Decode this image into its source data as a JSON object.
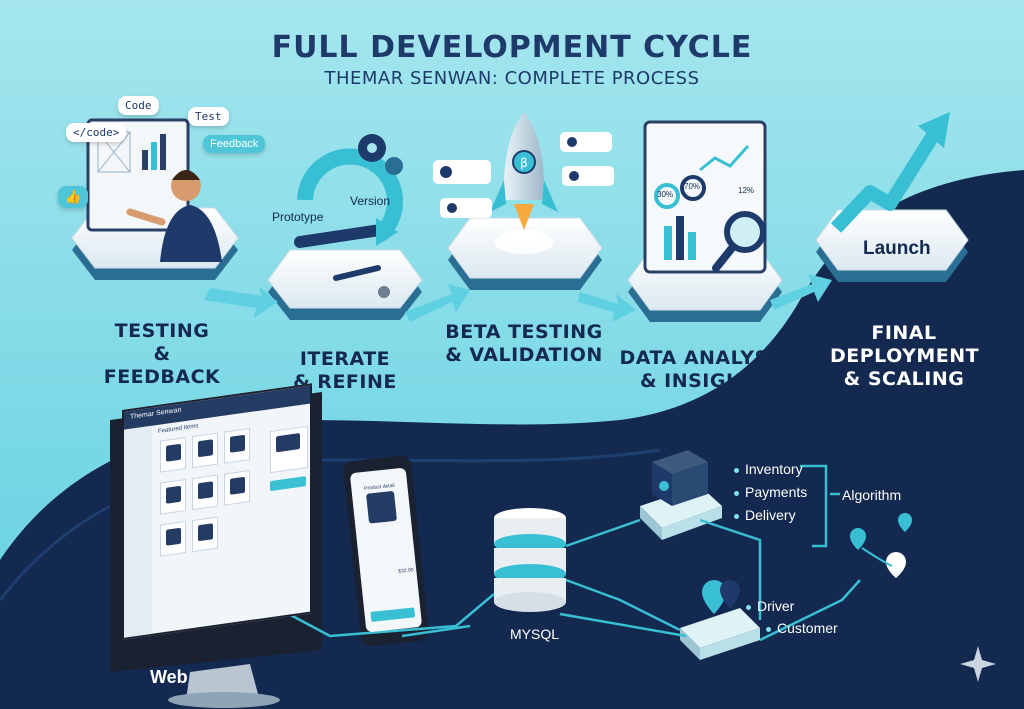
{
  "header": {
    "title": "FULL DEVELOPMENT CYCLE",
    "subtitle": "THEMAR SENWAN: COMPLETE PROCESS"
  },
  "colors": {
    "background_light": "#8fdde8",
    "navy": "#13294f",
    "accent_teal": "#38bfd3",
    "white": "#ffffff"
  },
  "steps": [
    {
      "line1": "TESTING",
      "line2": "& FEEDBACK",
      "icon": "developer-at-screen"
    },
    {
      "line1": "ITERATE",
      "line2": "& REFINE",
      "icon": "cycle-arrows-gears"
    },
    {
      "line1": "BETA TESTING",
      "line2": "& VALIDATION",
      "icon": "rocket"
    },
    {
      "line1": "DATA ANALYSIS",
      "line2": "& INSIGHTS",
      "icon": "magnifier-chart"
    },
    {
      "line1": "FINAL",
      "line2": "DEPLOYMENT",
      "line3": "& SCALING",
      "icon": "growth-arrow"
    }
  ],
  "bubbles": {
    "code_tag": "</code>",
    "code": "Code",
    "test": "Test",
    "feedback": "Feedback"
  },
  "iterate_labels": {
    "prototype": "Prototype",
    "version": "Version"
  },
  "launch_label": "Launch",
  "dashboard_badges": [
    "30%",
    "70%",
    "12%"
  ],
  "system": {
    "web_label": "Web",
    "database_label": "MYSQL",
    "backend_services": [
      "Inventory",
      "Payments",
      "Delivery"
    ],
    "algorithm_label": "Algorithm",
    "location_roles": [
      "Driver",
      "Customer"
    ]
  },
  "mockups": {
    "web_header": "Themar Senwan",
    "web_section": "Featured Items",
    "phone_header": "Product detail",
    "phone_price": "$32.00"
  }
}
